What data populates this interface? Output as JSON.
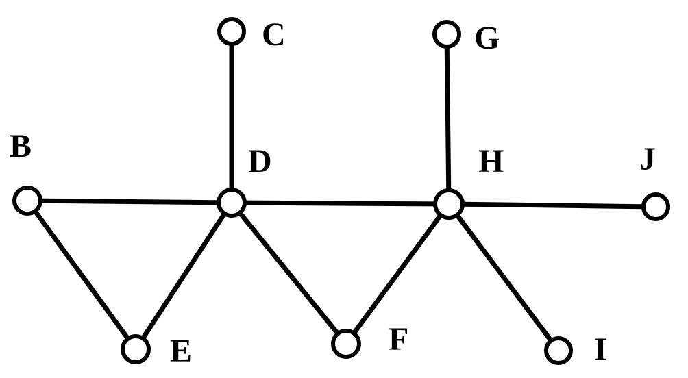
{
  "graph": {
    "nodes": [
      {
        "id": "B",
        "label": "B"
      },
      {
        "id": "C",
        "label": "C"
      },
      {
        "id": "D",
        "label": "D"
      },
      {
        "id": "E",
        "label": "E"
      },
      {
        "id": "F",
        "label": "F"
      },
      {
        "id": "G",
        "label": "G"
      },
      {
        "id": "H",
        "label": "H"
      },
      {
        "id": "I",
        "label": "I"
      },
      {
        "id": "J",
        "label": "J"
      }
    ],
    "edges": [
      [
        "B",
        "D"
      ],
      [
        "B",
        "E"
      ],
      [
        "E",
        "D"
      ],
      [
        "C",
        "D"
      ],
      [
        "D",
        "H"
      ],
      [
        "D",
        "F"
      ],
      [
        "F",
        "H"
      ],
      [
        "G",
        "H"
      ],
      [
        "H",
        "I"
      ],
      [
        "H",
        "J"
      ]
    ],
    "colors": {
      "stroke": "#000000",
      "node_fill": "#ffffff",
      "background": "#ffffff"
    }
  }
}
